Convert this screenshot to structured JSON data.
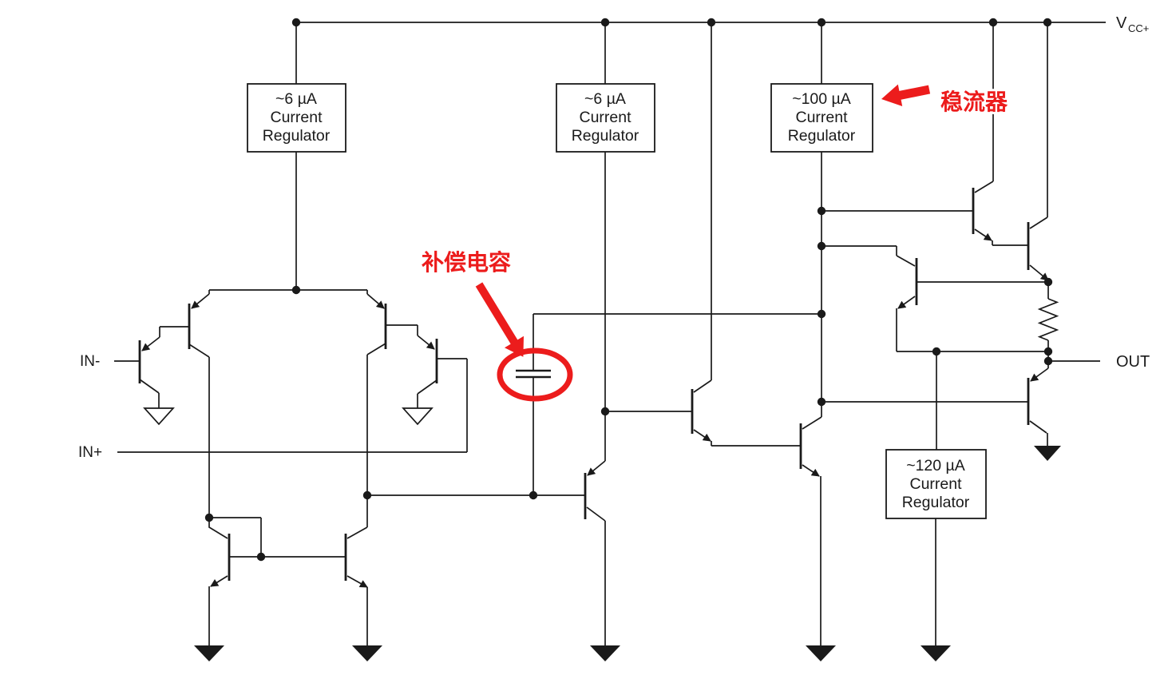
{
  "power": {
    "vcc_main": "V",
    "vcc_sub": "CC+"
  },
  "ports": {
    "in_minus": "IN-",
    "in_plus": "IN+",
    "out": "OUT"
  },
  "regulators": [
    {
      "id": "reg-6ua-left",
      "lines": [
        "~6 µA",
        "Current",
        "Regulator"
      ]
    },
    {
      "id": "reg-6ua-middle",
      "lines": [
        "~6 µA",
        "Current",
        "Regulator"
      ]
    },
    {
      "id": "reg-100ua",
      "lines": [
        "~100 µA",
        "Current",
        "Regulator"
      ]
    },
    {
      "id": "reg-120ua",
      "lines": [
        "~120 µA",
        "Current",
        "Regulator"
      ]
    }
  ],
  "annotations": {
    "regulator_callout": "稳流器",
    "capacitor_callout": "补偿电容"
  },
  "colors": {
    "wire": "#1a1a1a",
    "annotation": "#ec1c1c",
    "background": "#ffffff"
  }
}
